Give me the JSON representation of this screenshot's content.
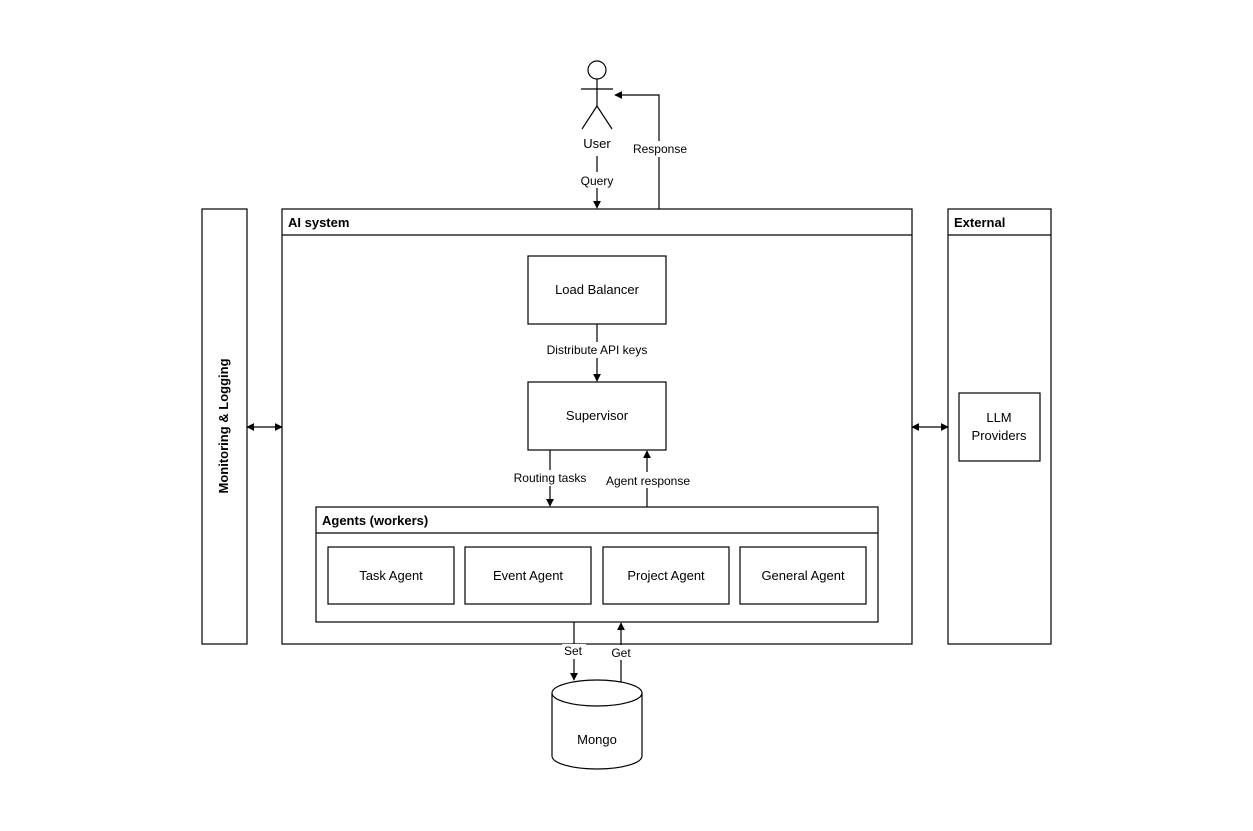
{
  "actor": {
    "label": "User"
  },
  "edges": {
    "query": "Query",
    "response": "Response",
    "distribute": "Distribute API keys",
    "routing": "Routing tasks",
    "agent_response": "Agent response",
    "set": "Set",
    "get": "Get"
  },
  "containers": {
    "ai_system": "AI system",
    "external": "External",
    "monitoring": "Monitoring & Logging",
    "agents": "Agents (workers)"
  },
  "nodes": {
    "load_balancer": "Load Balancer",
    "supervisor": "Supervisor",
    "task_agent": "Task Agent",
    "event_agent": "Event Agent",
    "project_agent": "Project Agent",
    "general_agent": "General Agent",
    "llm_line1": "LLM",
    "llm_line2": "Providers",
    "mongo": "Mongo"
  }
}
